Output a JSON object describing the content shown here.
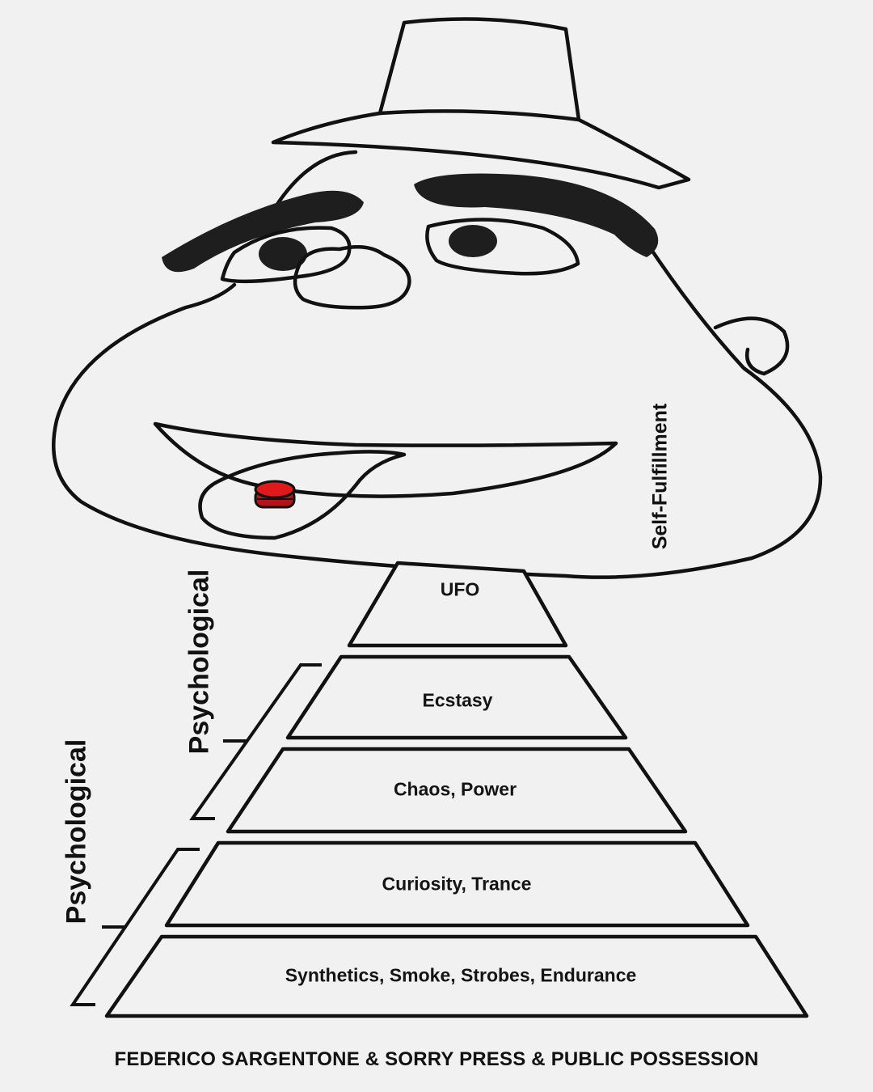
{
  "diagram": {
    "tiers": [
      {
        "id": "ufo",
        "label": "UFO"
      },
      {
        "id": "ecstasy",
        "label": "Ecstasy"
      },
      {
        "id": "chaos-power",
        "label": "Chaos, Power"
      },
      {
        "id": "curiosity-trance",
        "label": "Curiosity, Trance"
      },
      {
        "id": "synthetics",
        "label": "Synthetics, Smoke, Strobes,  Endurance"
      }
    ],
    "side_labels": {
      "self_fulfillment": "Self-Fulfillment",
      "psychological_upper": "Psychological",
      "psychological_lower": "Psychological"
    },
    "footer": "FEDERICO SARGENTONE & SORRY PRESS & PUBLIC POSSESSION"
  },
  "colors": {
    "background": "#f1f1f1",
    "ink": "#111111",
    "pill": "#e0191c"
  }
}
